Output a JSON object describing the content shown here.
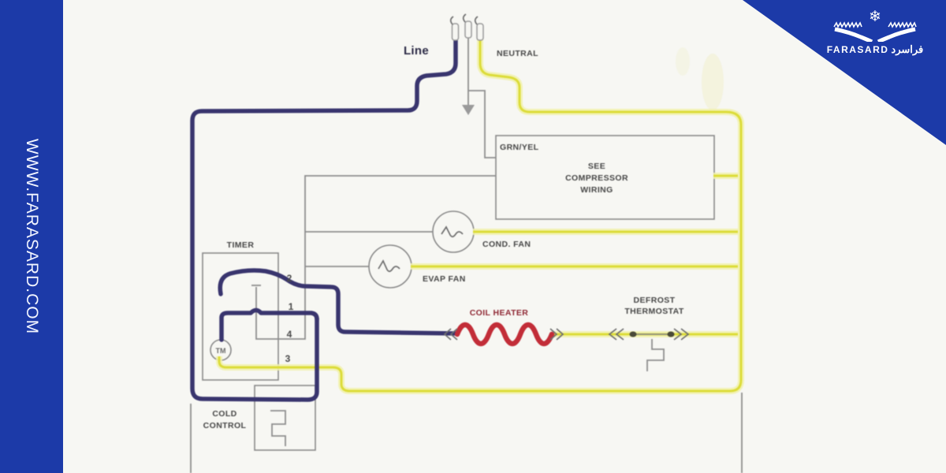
{
  "sidebar": {
    "url": "WWW.FARASARD.COM"
  },
  "brand": {
    "name": "FARASARD",
    "persian": "فراسرد",
    "snowflake": "❄"
  },
  "diagram": {
    "labels": {
      "line": "Line",
      "neutral": "NEUTRAL",
      "grn_yel": "GRN/YEL",
      "see": "SEE",
      "compressor": "COMPRESSOR",
      "wiring": "WIRING",
      "cond_fan": "COND. FAN",
      "evap_fan": "EVAP FAN",
      "timer": "TIMER",
      "coil_heater": "COIL HEATER",
      "defrost": "DEFROST",
      "thermostat": "THERMOSTAT",
      "cold": "COLD",
      "control": "CONTROL",
      "timer_motor": "TM",
      "terminal_2": "2",
      "terminal_1": "1",
      "terminal_4": "4",
      "terminal_3": "3"
    }
  },
  "colors": {
    "brand_blue": "#1c3aa8",
    "paper": "#f7f7f3",
    "wire_line_blue": "#39356e",
    "wire_neutral_yellow": "#dcdc3a",
    "wire_neutral_halo": "#f1f1aa",
    "wire_ground_gray": "#8f8f8f",
    "heater_red": "#c22d38",
    "label_dark": "#474747",
    "heater_label_red": "#8e2733"
  }
}
